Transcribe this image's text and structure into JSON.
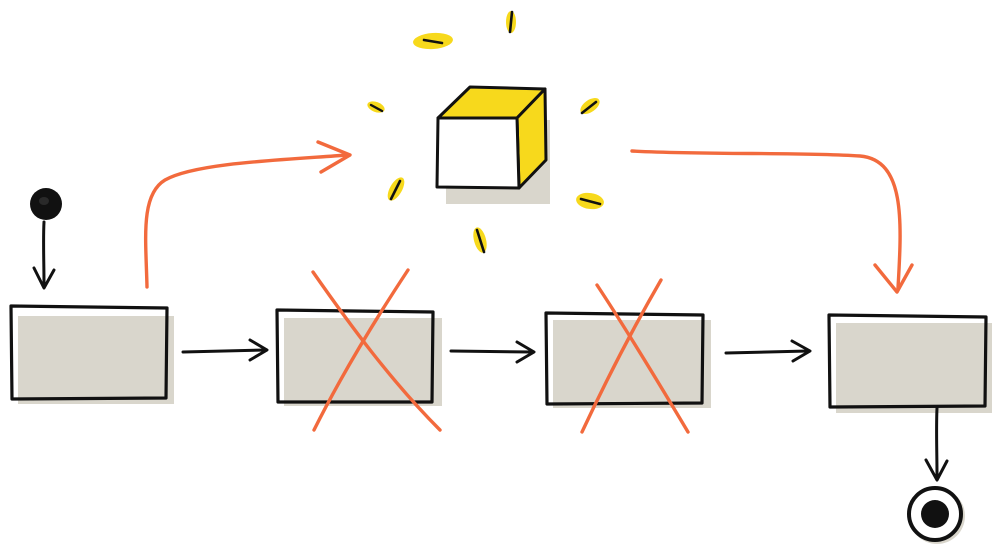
{
  "diagram": {
    "colors": {
      "ink": "#111111",
      "accent": "#f26a3d",
      "highlight": "#f7d91c",
      "shadow": "#d9d6cc",
      "background": "#ffffff"
    },
    "nodes": [
      {
        "id": "start",
        "kind": "initial-state"
      },
      {
        "id": "step-1",
        "kind": "box",
        "crossed": false
      },
      {
        "id": "step-2",
        "kind": "box",
        "crossed": true
      },
      {
        "id": "step-3",
        "kind": "box",
        "crossed": true
      },
      {
        "id": "step-4",
        "kind": "box",
        "crossed": false
      },
      {
        "id": "shortcut",
        "kind": "highlighted-cube"
      },
      {
        "id": "end",
        "kind": "final-state"
      }
    ],
    "edges": [
      {
        "from": "start",
        "to": "step-1",
        "style": "ink"
      },
      {
        "from": "step-1",
        "to": "step-2",
        "style": "ink"
      },
      {
        "from": "step-2",
        "to": "step-3",
        "style": "ink"
      },
      {
        "from": "step-3",
        "to": "step-4",
        "style": "ink"
      },
      {
        "from": "step-1",
        "to": "shortcut",
        "style": "accent"
      },
      {
        "from": "shortcut",
        "to": "step-4",
        "style": "accent"
      },
      {
        "from": "step-4",
        "to": "end",
        "style": "ink"
      }
    ]
  }
}
